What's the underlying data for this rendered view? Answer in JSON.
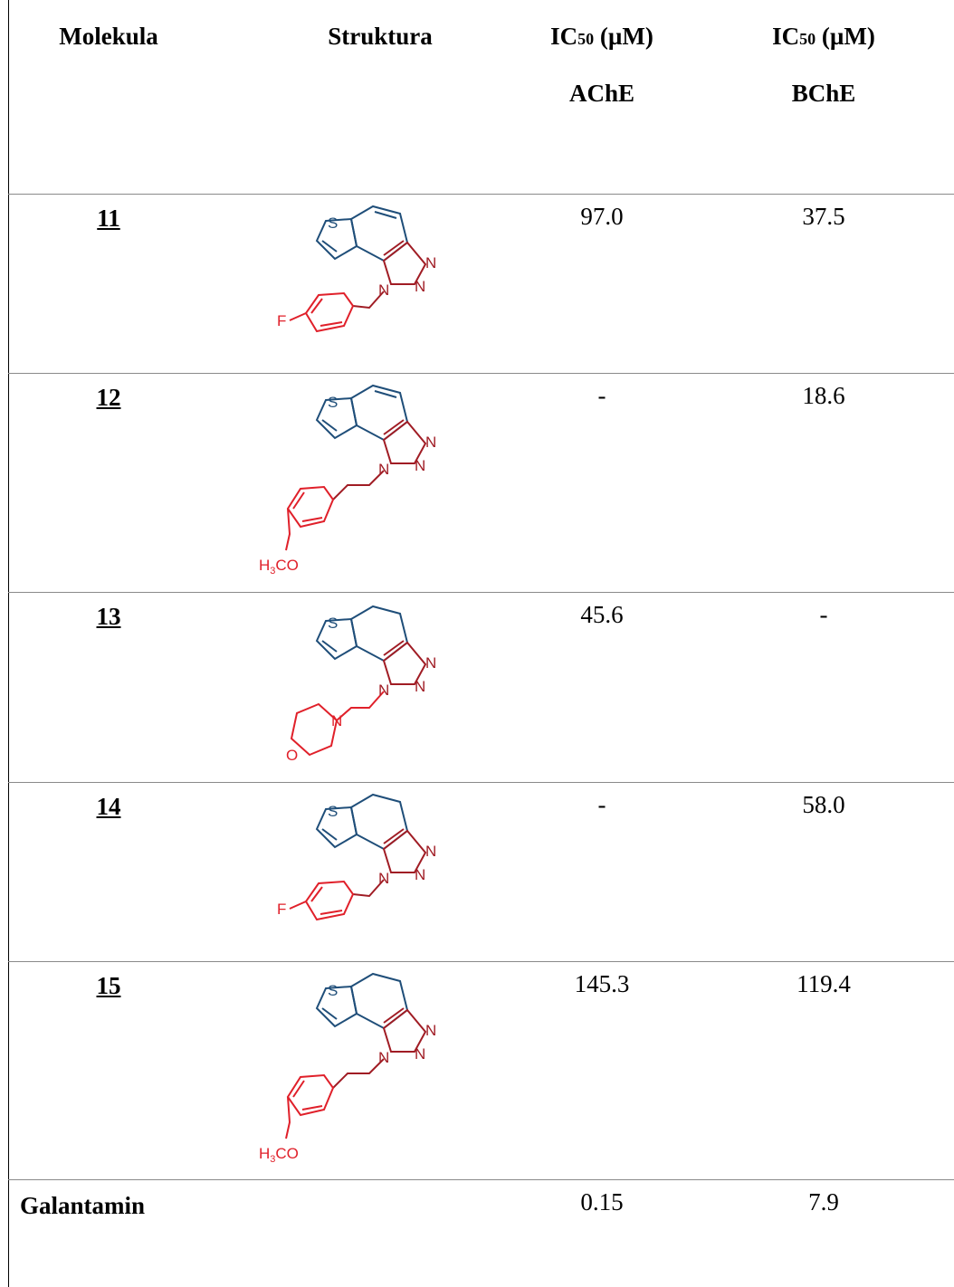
{
  "headers": {
    "molekula": "Molekula",
    "struktura": "Struktura",
    "ache_top": "IC",
    "ache_sub": "50",
    "ache_unit": " (µM)",
    "ache_label": "AChE",
    "bche_top": "IC",
    "bche_sub": "50",
    "bche_unit": " (µM)",
    "bche_label": "BChE"
  },
  "rows": [
    {
      "id": "11",
      "ache": "97.0",
      "bche": "37.5",
      "substituent": "F"
    },
    {
      "id": "12",
      "ache": "-",
      "bche": "18.6",
      "substituent": "H3CO"
    },
    {
      "id": "13",
      "ache": "45.6",
      "bche": "-",
      "substituent": "morpholine"
    },
    {
      "id": "14",
      "ache": "-",
      "bche": "58.0",
      "substituent": "F"
    },
    {
      "id": "15",
      "ache": "145.3",
      "bche": "119.4",
      "substituent": "H3CO"
    }
  ],
  "reference": {
    "name": "Galantamin",
    "ache": "0.15",
    "bche": "7.9"
  },
  "atoms": {
    "S": "S",
    "N": "N",
    "F": "F",
    "O": "O",
    "H": "H",
    "three": "3",
    "CO": "CO"
  },
  "colors": {
    "thiophene": "#1f4e79",
    "triazole": "#a01c24",
    "substituent": "#e0202a"
  }
}
